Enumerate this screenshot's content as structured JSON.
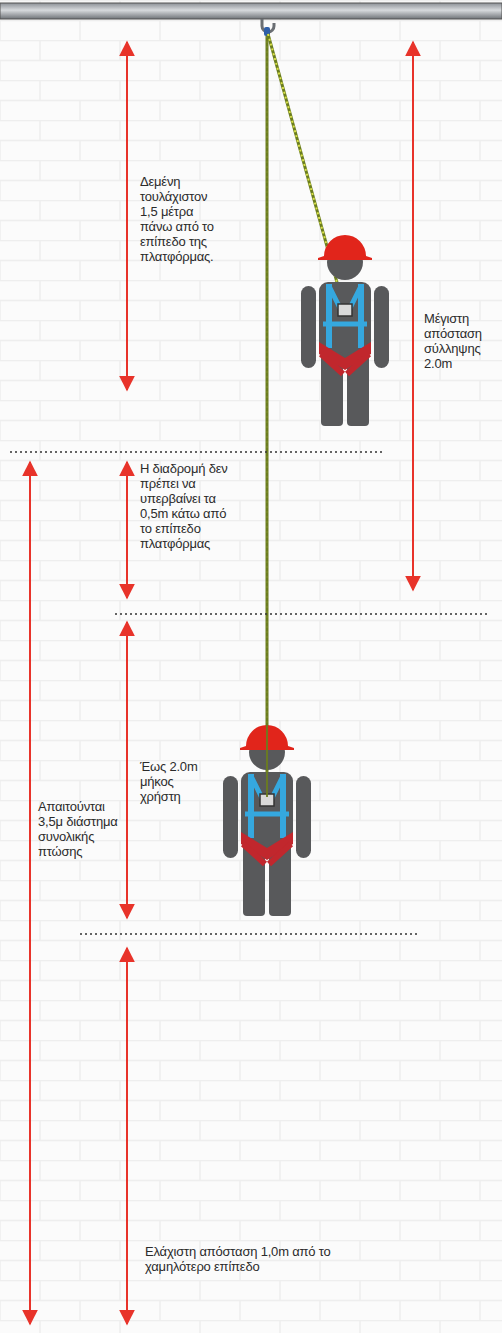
{
  "diagram": {
    "labels": [
      "Δεμένη τουλάχιστον 1,5 μέτρα πάνω από το επίπεδο της πλατφόρμας.",
      "Μέγιστη απόσταση σύλληψης 2.0m",
      "Η διαδρομή δεν πρέπει να υπερβαίνει τα 0,5m κάτω από το επίπεδο πλατφόρμας",
      "Έως 2.0m μήκος χρήστη",
      "Απαιτούνται 3,5μ διάστημα συνολικής πτώσης",
      "Ελάχιστη απόσταση 1,0m από το χαμηλότερο επίπεδο"
    ]
  }
}
